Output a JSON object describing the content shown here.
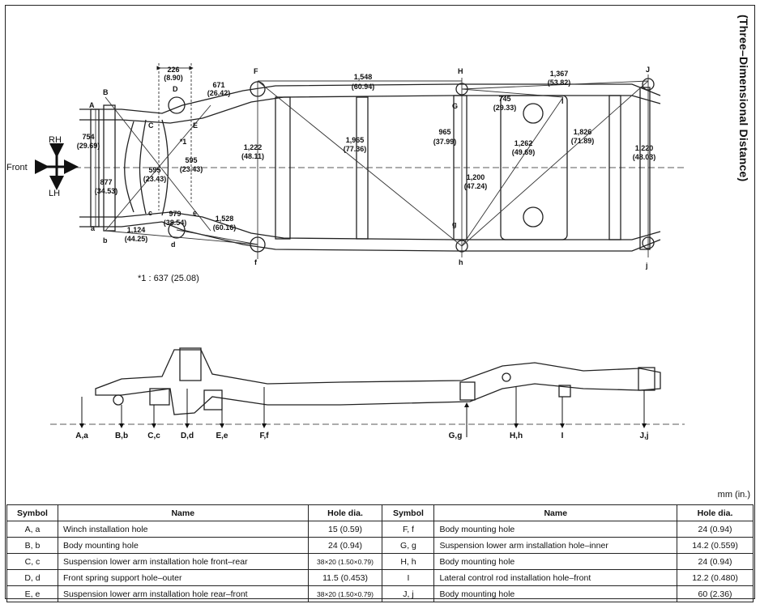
{
  "side_title": "(Three–Dimensional Distance)",
  "unit_note": "mm (in.)",
  "directions": {
    "front": "Front",
    "rh": "RH",
    "lh": "LH"
  },
  "footnote": "*1 : 637 (25.08)",
  "points_upper": [
    "A",
    "B",
    "C",
    "D",
    "E",
    "F",
    "G",
    "H",
    "I",
    "J",
    "a",
    "b",
    "c",
    "d",
    "e",
    "f",
    "g",
    "h",
    "j"
  ],
  "dimensions": [
    {
      "mm": "226",
      "in": "(8.90)"
    },
    {
      "mm": "671",
      "in": "(26.42)"
    },
    {
      "mm": "1,548",
      "in": "(60.94)"
    },
    {
      "mm": "1,367",
      "in": "(53.82)"
    },
    {
      "mm": "745",
      "in": "(29.33)"
    },
    {
      "mm": "754",
      "in": "(29.69)"
    },
    {
      "mm": "877",
      "in": "(34.53)"
    },
    {
      "mm": "595",
      "in": "(23.43)"
    },
    {
      "mm": "595",
      "in": "(23.43)"
    },
    {
      "mm": "1,222",
      "in": "(48.11)"
    },
    {
      "mm": "1,965",
      "in": "(77.36)"
    },
    {
      "mm": "965",
      "in": "(37.99)"
    },
    {
      "mm": "1,262",
      "in": "(49.69)"
    },
    {
      "mm": "1,826",
      "in": "(71.89)"
    },
    {
      "mm": "1,220",
      "in": "(48.03)"
    },
    {
      "mm": "1,200",
      "in": "(47.24)"
    },
    {
      "mm": "979",
      "in": "(38.54)"
    },
    {
      "mm": "1,528",
      "in": "(60.16)"
    },
    {
      "mm": "1,124",
      "in": "(44.25)"
    }
  ],
  "star_mark": "*1",
  "side_labels": [
    "A,a",
    "B,b",
    "C,c",
    "D,d",
    "E,e",
    "F,f",
    "G,g",
    "H,h",
    "I",
    "J,j"
  ],
  "table": {
    "headers": [
      "Symbol",
      "Name",
      "Hole dia.",
      "Symbol",
      "Name",
      "Hole dia."
    ],
    "rows": [
      [
        "A, a",
        "Winch installation hole",
        "15 (0.59)",
        "F, f",
        "Body mounting hole",
        "24 (0.94)"
      ],
      [
        "B, b",
        "Body mounting hole",
        "24 (0.94)",
        "G, g",
        "Suspension lower arm installation hole–inner",
        "14.2 (0.559)"
      ],
      [
        "C, c",
        "Suspension lower arm installation hole front–rear",
        "38×20 (1.50×0.79)",
        "H, h",
        "Body mounting hole",
        "24 (0.94)"
      ],
      [
        "D, d",
        "Front spring support hole–outer",
        "11.5 (0.453)",
        "I",
        "Lateral control rod installation hole–front",
        "12.2 (0.480)"
      ],
      [
        "E, e",
        "Suspension lower arm installation hole rear–front",
        "38×20 (1.50×0.79)",
        "J, j",
        "Body mounting hole",
        "60 (2.36)"
      ]
    ]
  }
}
